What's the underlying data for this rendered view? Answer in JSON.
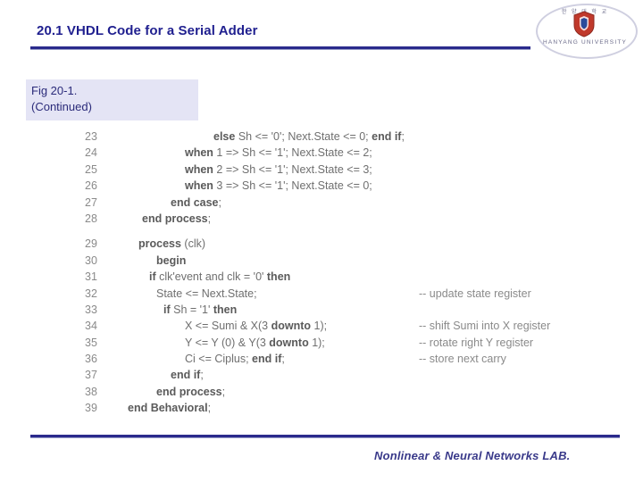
{
  "header": {
    "title": "20.1 VHDL Code for a Serial Adder"
  },
  "logo": {
    "top_text": "한 양 대 학 교",
    "bottom_text": "HANYANG UNIVERSITY",
    "icon": "shield-icon"
  },
  "figure": {
    "caption_line1": "Fig 20-1.",
    "caption_line2": "(Continued)"
  },
  "code": {
    "lines": [
      {
        "no": "23",
        "text": "else Sh <= '0'; Next.State <= 0; end if;",
        "comment": ""
      },
      {
        "no": "24",
        "text": "when 1 => Sh <= '1'; Next.State <= 2;",
        "comment": ""
      },
      {
        "no": "25",
        "text": "when 2 => Sh <= '1'; Next.State <= 3;",
        "comment": ""
      },
      {
        "no": "26",
        "text": "when 3 => Sh <= '1'; Next.State <= 0;",
        "comment": ""
      },
      {
        "no": "27",
        "text": "end case;",
        "comment": ""
      },
      {
        "no": "28",
        "text": "end process;",
        "comment": ""
      },
      {
        "no": "29",
        "text": "process (clk)",
        "comment": ""
      },
      {
        "no": "30",
        "text": "begin",
        "comment": ""
      },
      {
        "no": "31",
        "text": "if clk'event and clk = '0' then",
        "comment": ""
      },
      {
        "no": "32",
        "text": "State <= Next.State;",
        "comment": "-- update state register"
      },
      {
        "no": "33",
        "text": "if Sh = '1' then",
        "comment": ""
      },
      {
        "no": "34",
        "text": "X <= Sumi & X(3 downto 1);",
        "comment": "-- shift Sumi into X register"
      },
      {
        "no": "35",
        "text": "Y <= Y (0) & Y(3 downto 1);",
        "comment": "-- rotate right Y register"
      },
      {
        "no": "36",
        "text": "Ci <= Ciplus; end if;",
        "comment": "-- store next carry"
      },
      {
        "no": "37",
        "text": "end if;",
        "comment": ""
      },
      {
        "no": "38",
        "text": "end process;",
        "comment": ""
      },
      {
        "no": "39",
        "text": "end Behavioral;",
        "comment": ""
      }
    ],
    "indents": [
      144,
      112,
      112,
      112,
      96,
      64,
      60,
      80,
      72,
      80,
      88,
      112,
      112,
      112,
      96,
      80,
      48
    ],
    "gap_after_index": 5
  },
  "footer": {
    "lab_text": "Nonlinear & Neural Networks LAB."
  },
  "colors": {
    "title": "#1f1f8f",
    "rule": "#2a2a8c",
    "figbox_bg": "#e4e4f5",
    "code_text": "#6f6f6f",
    "footer_text": "#3a3a8a"
  }
}
